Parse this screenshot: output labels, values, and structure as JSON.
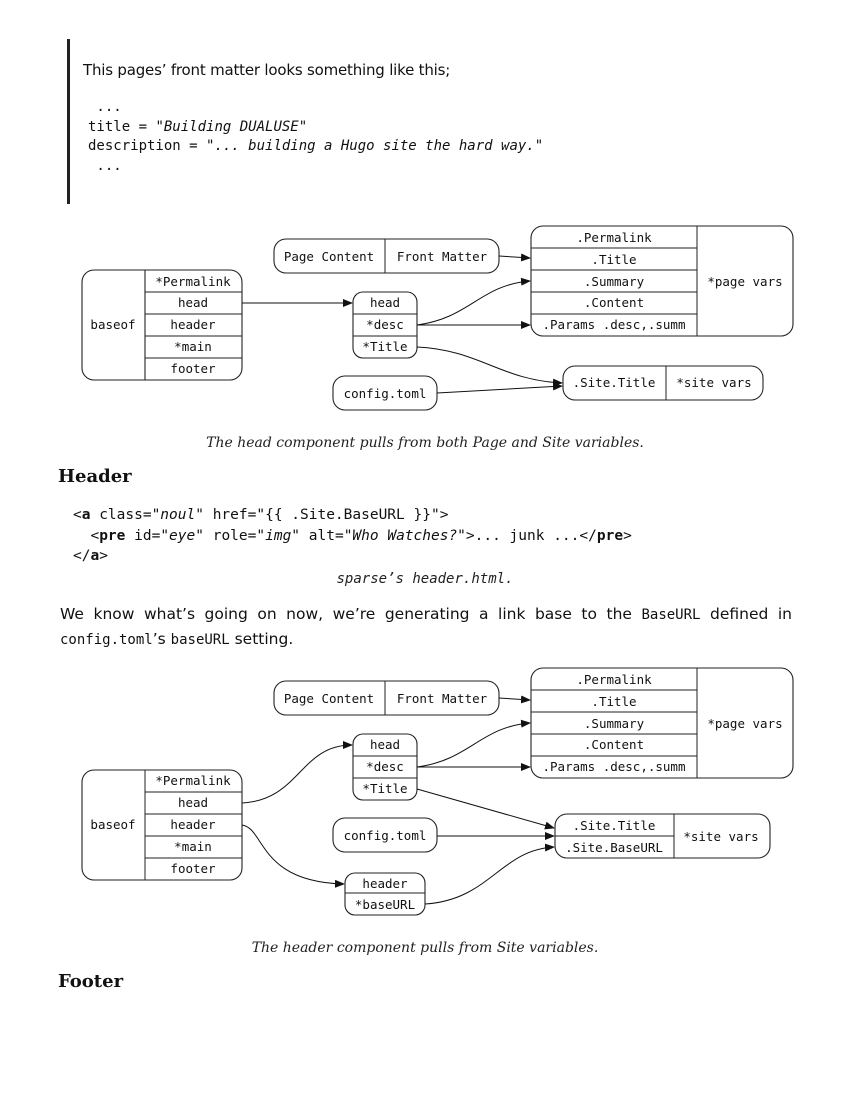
{
  "blockquote": {
    "intro": "This pages’ front matter looks something like this;",
    "fm_ellipsis_top": " ...",
    "fm_title_key": "title = ",
    "fm_title_val": "\"Building DUALUSE\"",
    "fm_desc_key": "description = ",
    "fm_desc_val": "\"... building a Hugo site the hard way.\"",
    "fm_ellipsis_bottom": " ..."
  },
  "diagram1": {
    "baseof": {
      "label": "baseof",
      "items": [
        "*Permalink",
        "head",
        "header",
        "*main",
        "footer"
      ]
    },
    "page_content": "Page Content",
    "front_matter": "Front Matter",
    "head_box": [
      "head",
      "*desc",
      "*Title"
    ],
    "page_vars_items": [
      ".Permalink",
      ".Title",
      ".Summary",
      ".Content",
      ".Params .desc,.summ"
    ],
    "page_vars_label": "*page vars",
    "config": "config.toml",
    "site_items": [
      ".Site.Title"
    ],
    "site_vars_label": "*site vars"
  },
  "caption1": "The head component pulls from both Page and Site variables.",
  "heading_header": "Header",
  "code": {
    "open_lt": "<",
    "tag_a": "a",
    "attr_class": " class=",
    "val_class": "\"noul\"",
    "attr_href": " href=",
    "val_href": "\"{{ .Site.BaseURL }}\"",
    "close_gt": ">",
    "indent": "  <",
    "tag_pre": "pre",
    "attr_id": " id=",
    "val_id": "\"eye\"",
    "attr_role": " role=",
    "val_role": "\"img\"",
    "attr_alt": " alt=",
    "val_alt": "\"Who Watches?\"",
    "mid": ">... junk ...</",
    "end_pre": ">",
    "close_a_open": "</",
    "close_a_end": ">"
  },
  "code_caption": "sparse’s header.html.",
  "paragraph": {
    "p1": "We know what’s going on now, we’re generating a link base to the ",
    "m1": "BaseURL",
    "p2": " defined in ",
    "m2": "config.toml",
    "p3": "’s ",
    "m3": "baseURL",
    "p4": " setting."
  },
  "diagram2": {
    "baseof": {
      "label": "baseof",
      "items": [
        "*Permalink",
        "head",
        "header",
        "*main",
        "footer"
      ]
    },
    "page_content": "Page Content",
    "front_matter": "Front Matter",
    "head_box": [
      "head",
      "*desc",
      "*Title"
    ],
    "page_vars_items": [
      ".Permalink",
      ".Title",
      ".Summary",
      ".Content",
      ".Params .desc,.summ"
    ],
    "page_vars_label": "*page vars",
    "config": "config.toml",
    "site_items": [
      ".Site.Title",
      ".Site.BaseURL"
    ],
    "site_vars_label": "*site vars",
    "header_box": [
      "header",
      "*baseURL"
    ]
  },
  "caption2": "The header component pulls from Site variables.",
  "heading_footer": "Footer"
}
